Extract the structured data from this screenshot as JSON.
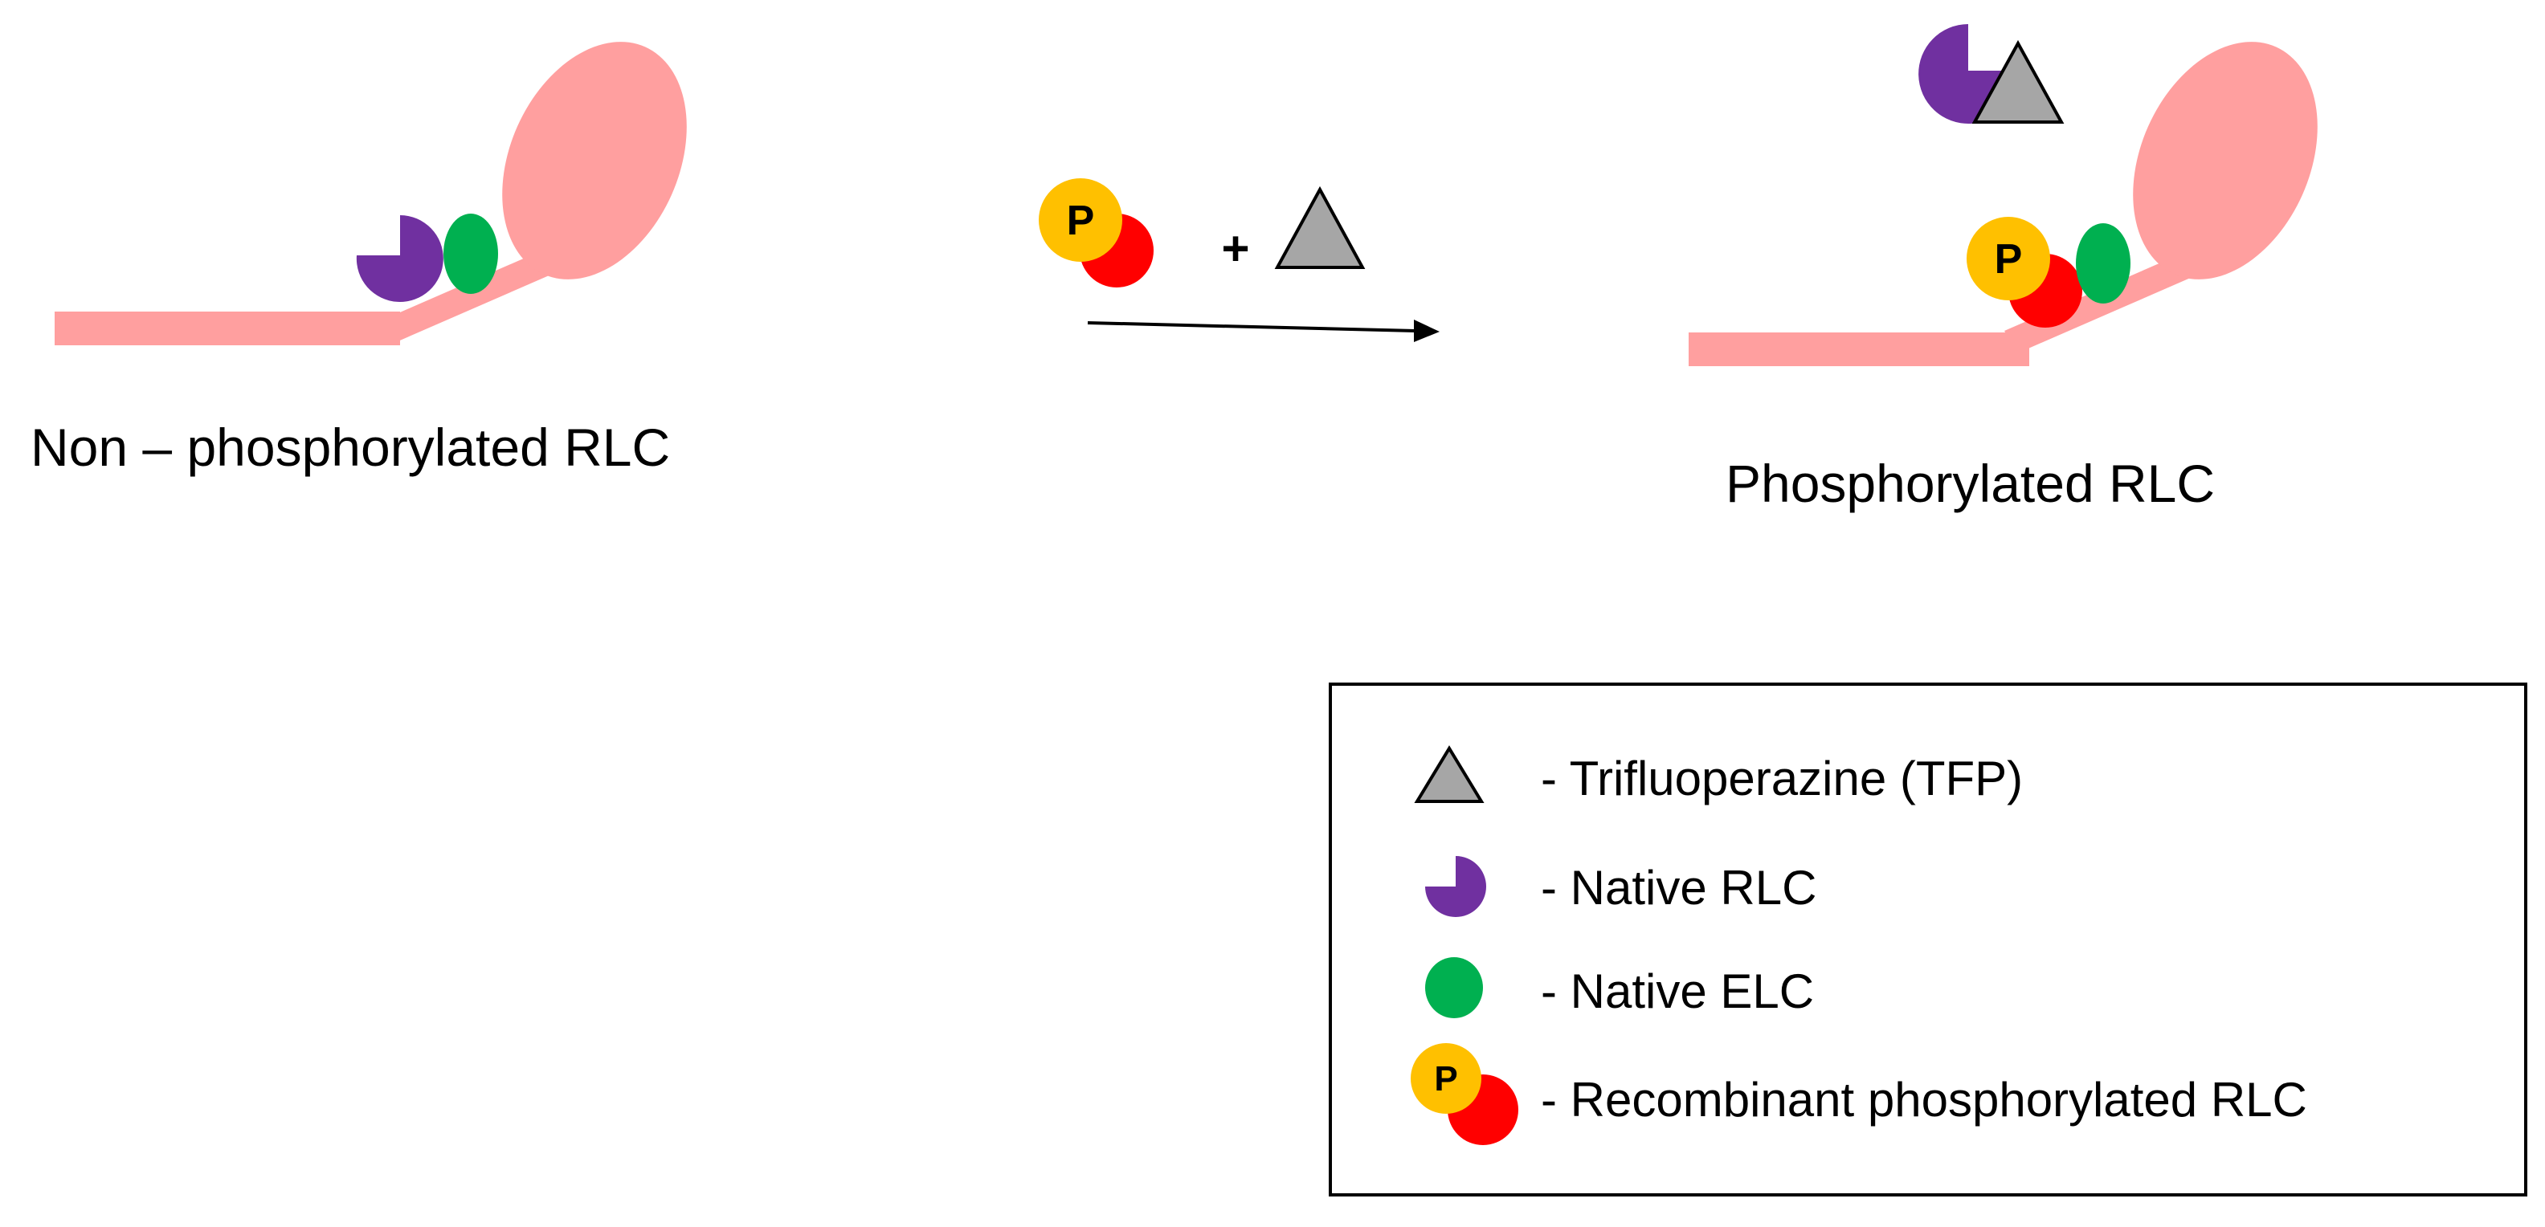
{
  "states": {
    "left_caption": "Non – phosphorylated RLC",
    "right_caption": "Phosphorylated RLC"
  },
  "reaction": {
    "plus": "+",
    "phospho_symbol": "P"
  },
  "legend": {
    "items": [
      {
        "symbol": "triangle",
        "label": "- Trifluoperazine (TFP)"
      },
      {
        "symbol": "native-rlc",
        "label": "- Native RLC"
      },
      {
        "symbol": "native-elc",
        "label": "- Native ELC"
      },
      {
        "symbol": "phospho-rlc",
        "label": "- Recombinant phosphorylated RLC",
        "letter": "P"
      }
    ]
  },
  "colors": {
    "myosin": "#ff9f9f",
    "native_rlc": "#7030a0",
    "native_elc": "#00b050",
    "phospho_ring": "#ffc000",
    "phospho_body": "#ff0000",
    "tfp": "#a6a6a6"
  }
}
